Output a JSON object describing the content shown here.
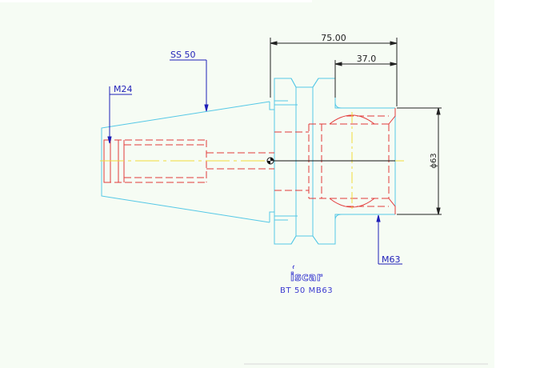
{
  "colors": {
    "sheet": "#f6fcf4",
    "outline": "#55c8e6",
    "hidden": "#e33a3a",
    "centerline": "#f2dd3a",
    "leader": "#1f1fb8",
    "dimension": "#222222",
    "caption": "#3a3ad0"
  },
  "dimensions": {
    "overall_length": "75.00",
    "bore_depth": "37.0",
    "diameter": "ϕ63"
  },
  "labels": {
    "taper": "SS 50",
    "draw_thread": "M24",
    "clamp_thread": "M63"
  },
  "caption": {
    "logo_text": "iscar",
    "part_code": "BT 50 MB63"
  }
}
